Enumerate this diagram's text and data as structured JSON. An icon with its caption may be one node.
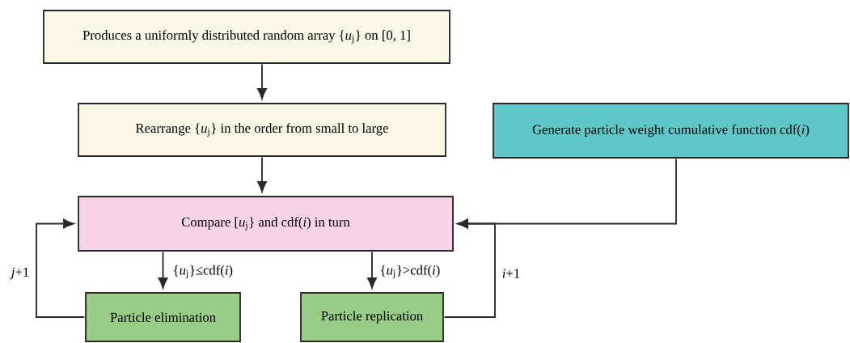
{
  "diagram": {
    "nodes": [
      {
        "text": [
          "Produces a uniformly distributed random array {*u*$_{j}$} on [0, 1]"
        ]
      },
      {
        "text": [
          "Rearrange {*u*$_{j}$} in the order from small to large"
        ]
      },
      {
        "text": [
          "Generate particle weight cumulative function cdf(*i*)"
        ]
      },
      {
        "text": [
          "Compare [*u*$_{j}$} and cdf(*i*) in turn"
        ]
      },
      {
        "text": [
          "Particle elimination"
        ]
      },
      {
        "text": [
          "Particle replication"
        ]
      }
    ],
    "edges": [
      {
        "from": 0,
        "to": 1,
        "arrow": "to"
      },
      {
        "from": 1,
        "to": 3,
        "arrow": "to"
      },
      {
        "from": 2,
        "to": 3,
        "arrow": "to"
      },
      {
        "from": 3,
        "to": 4,
        "arrow": "to",
        "label": "{*u*$_{j}$}≤cdf(*i*)"
      },
      {
        "from": 3,
        "to": 5,
        "arrow": "to",
        "label": "{*u*$_{j}$}>cdf(*i*)"
      },
      {
        "from": 4,
        "to": 3,
        "arrow": "to",
        "label": "*j*+1"
      },
      {
        "from": 5,
        "to": 3,
        "arrow": "to",
        "label": "*i*+1"
      }
    ]
  }
}
